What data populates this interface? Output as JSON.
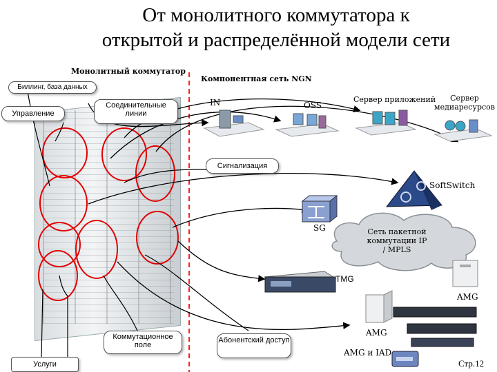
{
  "title": {
    "line1": "От монолитного коммутатора к",
    "line2": "открытой и распределённой модели сети"
  },
  "labels": {
    "monolithic": "Монолитный коммутатор",
    "ngn": "Компонентная сеть NGN",
    "billing": "Биллинг, база данных",
    "management": "Управление",
    "trunks": "Соединительные линии",
    "in": "IN",
    "oss": "OSS",
    "app_server": "Сервер приложений",
    "media_server": "Сервер медиаресурсов",
    "signaling": "Сигнализация",
    "softswitch": "SoftSwitch",
    "sg": "SG",
    "packet_net": "Сеть пакетной коммутации IP / MPLS",
    "tmg": "TMG",
    "amg_right": "AMG",
    "amg_mid": "AMG",
    "switch_field": "Коммутационное поле",
    "subscriber": "Абонентский доступ",
    "amg_iad": "AMG и IAD",
    "services": "Услуги",
    "page": "Стр.12"
  },
  "colors": {
    "circle": "#e00000",
    "dash": "#ff2020",
    "softswitch": "#2a4a8a",
    "cloud": "#d4d8dc"
  }
}
